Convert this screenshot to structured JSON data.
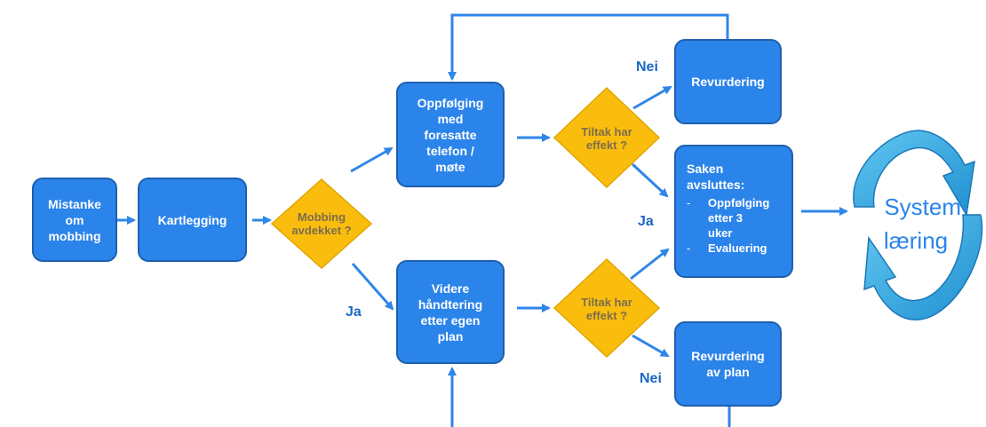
{
  "boxes": {
    "mistanke": "Mistanke om mobbing",
    "kartlegging": "Kartlegging",
    "oppfolging": "Oppfølging med foresatte telefon / møte",
    "videre": "Videre håndtering etter egen plan",
    "revurdering": "Revurdering",
    "revurdering_plan": "Revurdering av plan",
    "saken": {
      "title": "Saken avsluttes:",
      "bullets": [
        "Oppfølging etter 3 uker",
        "Evaluering"
      ]
    }
  },
  "decisions": {
    "mobbing": "Mobbing avdekket ?",
    "tiltak_top": "Tiltak har effekt ?",
    "tiltak_bottom": "Tiltak har effekt ?"
  },
  "labels": {
    "nei_top": "Nei",
    "ja_middle": "Ja",
    "ja_bottom": "Ja",
    "nei_bottom": "Nei"
  },
  "cycle": {
    "line1": "System-",
    "line2": "læring"
  },
  "colors": {
    "box_fill": "#2b84ea",
    "box_border": "#1d5fae",
    "diamond_fill": "#fbbd0d",
    "diamond_text": "#7b6d4d",
    "arrow": "#2f86e8",
    "label": "#1b67c5"
  }
}
